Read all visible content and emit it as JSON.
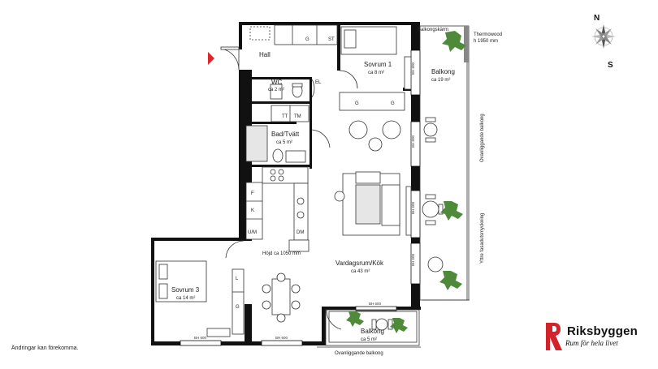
{
  "rooms": {
    "hall": "Hall",
    "wc": {
      "name": "WC",
      "area": "ca 2 m²"
    },
    "el": "EL",
    "bad": {
      "name": "Bad/Tvätt",
      "area": "ca 5 m²"
    },
    "sovrum1": {
      "name": "Sovrum 1",
      "area": "ca 8 m²"
    },
    "sovrum3": {
      "name": "Sovrum 3",
      "area": "ca 14 m²"
    },
    "vardagsrum": {
      "name": "Vardagsrum/Kök",
      "area": "ca 43 m²"
    },
    "balkong_large": {
      "name": "Balkong",
      "area": "ca 19 m²"
    },
    "balkong_small": {
      "name": "Balkong",
      "area": "ca 5 m²"
    }
  },
  "fixtures": {
    "g": "G",
    "st": "ST",
    "tt": "TT",
    "tm": "TM",
    "f": "F",
    "k": "K",
    "um": "U/M",
    "dm": "DM",
    "l": "L",
    "bh600": "BH 600"
  },
  "annotations": {
    "balkongskarm": "Balkongskärm",
    "thermowood": "Thermowood",
    "thermowood_h": "h 1950 mm",
    "ovanliggande_right": "Ovanliggande balkong",
    "yttre": "Yttre fasadutsmyckning",
    "hojd": "Höjd ca 1050 mm",
    "ovanliggande_bottom": "Ovanliggande balkong"
  },
  "compass": {
    "north": "N",
    "south": "S"
  },
  "footer": {
    "note": "Ändringar kan förekomma."
  },
  "brand": {
    "name": "Riksbyggen",
    "tagline": "Rum för hela livet",
    "color": "#d2232a"
  },
  "colors": {
    "entry_marker": "#e0242b",
    "plants": "#4f8a3a"
  }
}
